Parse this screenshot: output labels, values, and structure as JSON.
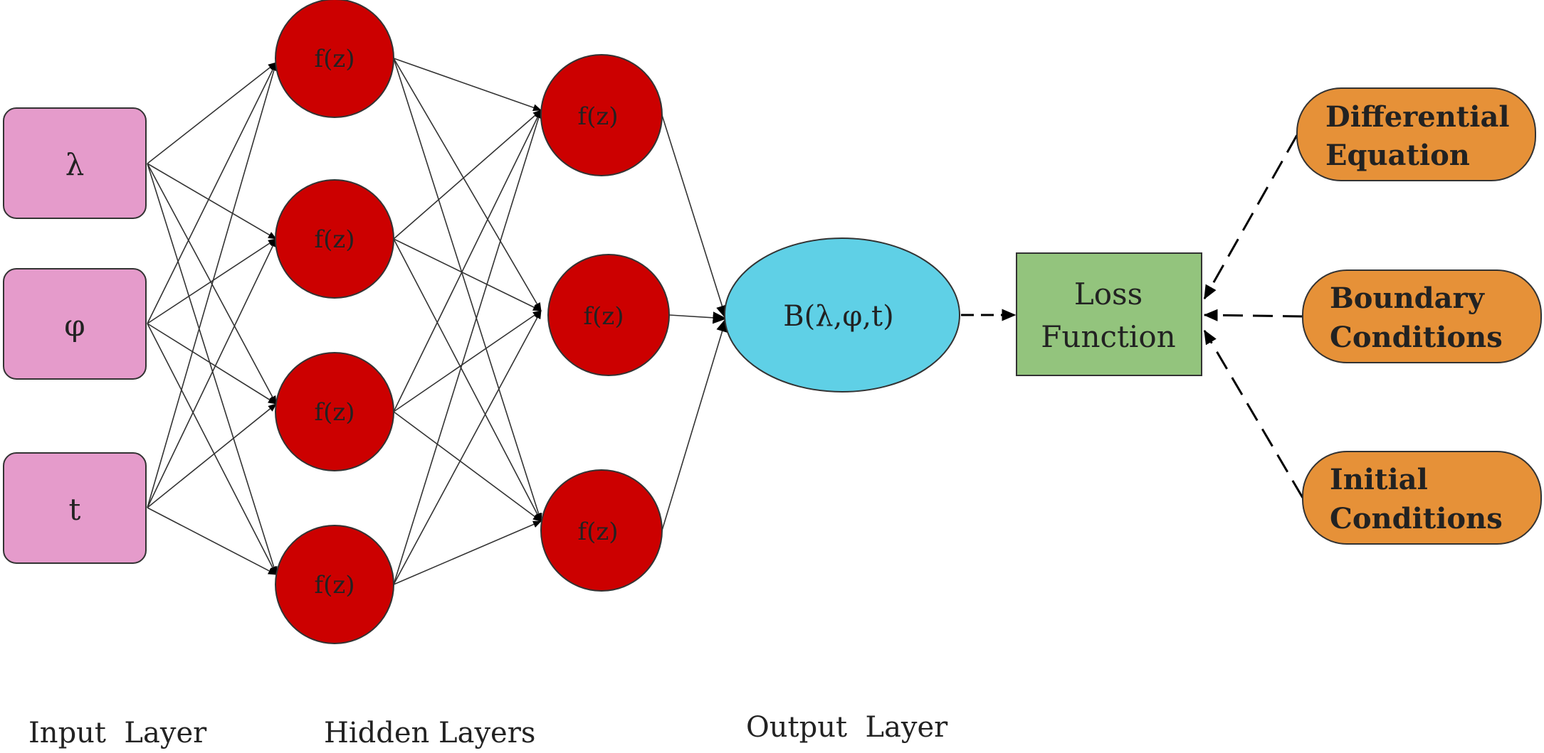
{
  "colors": {
    "input_fill": "#E59BCB",
    "hidden_fill": "#CC0000",
    "output_fill": "#5FD0E6",
    "loss_fill": "#93C47D",
    "condition_fill": "#E69138",
    "stroke": "#333333",
    "text": "#222222"
  },
  "inputs": [
    {
      "id": "lambda",
      "label": "λ"
    },
    {
      "id": "phi",
      "label": "φ"
    },
    {
      "id": "t",
      "label": "t"
    }
  ],
  "hidden_layers": [
    {
      "neurons": [
        "f(z)",
        "f(z)",
        "f(z)",
        "f(z)"
      ]
    },
    {
      "neurons": [
        "f(z)",
        "f(z)",
        "f(z)"
      ]
    }
  ],
  "output": {
    "label": "B(λ,φ,t)"
  },
  "loss": {
    "line1": "Loss",
    "line2": "Function"
  },
  "conditions": [
    {
      "id": "differential",
      "line1": "Differential",
      "line2": "Equation"
    },
    {
      "id": "boundary",
      "line1": "Boundary",
      "line2": "Conditions"
    },
    {
      "id": "initial",
      "line1": "Initial",
      "line2": "Conditions"
    }
  ],
  "layer_labels": {
    "input": "Input  Layer",
    "hidden": "Hidden Layers",
    "output": "Output  Layer"
  }
}
